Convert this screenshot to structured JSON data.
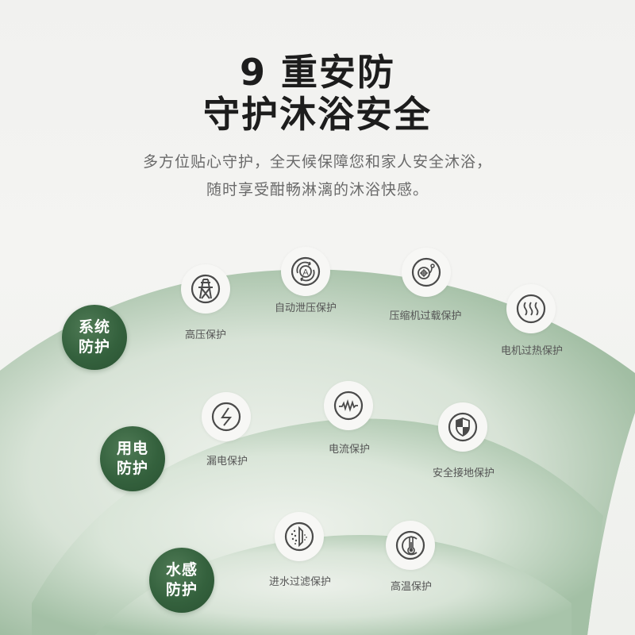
{
  "header": {
    "title_line1": "9 重安防",
    "title_line2": "守护沐浴安全",
    "subtitle_line1": "多方位贴心守护，全天候保障您和家人安全沐浴，",
    "subtitle_line2": "随时享受酣畅淋漓的沐浴快感。"
  },
  "colors": {
    "badge_green": "#34613d",
    "arc_green": "#a9c3ab",
    "icon_stroke": "#4a4a4a",
    "text_dark": "#1d1d1d",
    "text_gray": "#6a6a6a"
  },
  "groups": [
    {
      "badge_line1": "系统",
      "badge_line2": "防护",
      "items": [
        {
          "label": "高压保护",
          "icon": "power-tower-icon"
        },
        {
          "label": "自动泄压保护",
          "icon": "auto-pressure-release-icon"
        },
        {
          "label": "压缩机过载保护",
          "icon": "compressor-icon"
        },
        {
          "label": "电机过热保护",
          "icon": "heat-waves-icon"
        }
      ]
    },
    {
      "badge_line1": "用电",
      "badge_line2": "防护",
      "items": [
        {
          "label": "漏电保护",
          "icon": "lightning-icon"
        },
        {
          "label": "电流保护",
          "icon": "current-wave-icon"
        },
        {
          "label": "安全接地保护",
          "icon": "shield-icon"
        }
      ]
    },
    {
      "badge_line1": "水感",
      "badge_line2": "防护",
      "items": [
        {
          "label": "进水过滤保护",
          "icon": "filter-icon"
        },
        {
          "label": "高温保护",
          "icon": "thermometer-icon"
        }
      ]
    }
  ]
}
